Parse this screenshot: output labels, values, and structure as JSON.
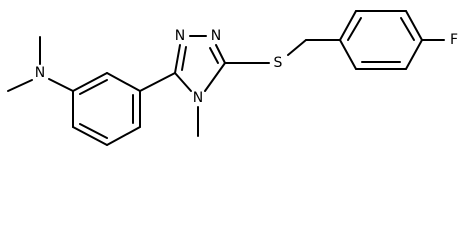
{
  "atoms": {
    "n_dimethyl": "N",
    "n_triazole_top1": "N",
    "n_triazole_top2": "N",
    "n_triazole_methyl": "N",
    "sulfur": "S",
    "fluorine": "F"
  },
  "colors": {
    "bond": "#000000",
    "label": "#000000",
    "background": "#ffffff"
  }
}
